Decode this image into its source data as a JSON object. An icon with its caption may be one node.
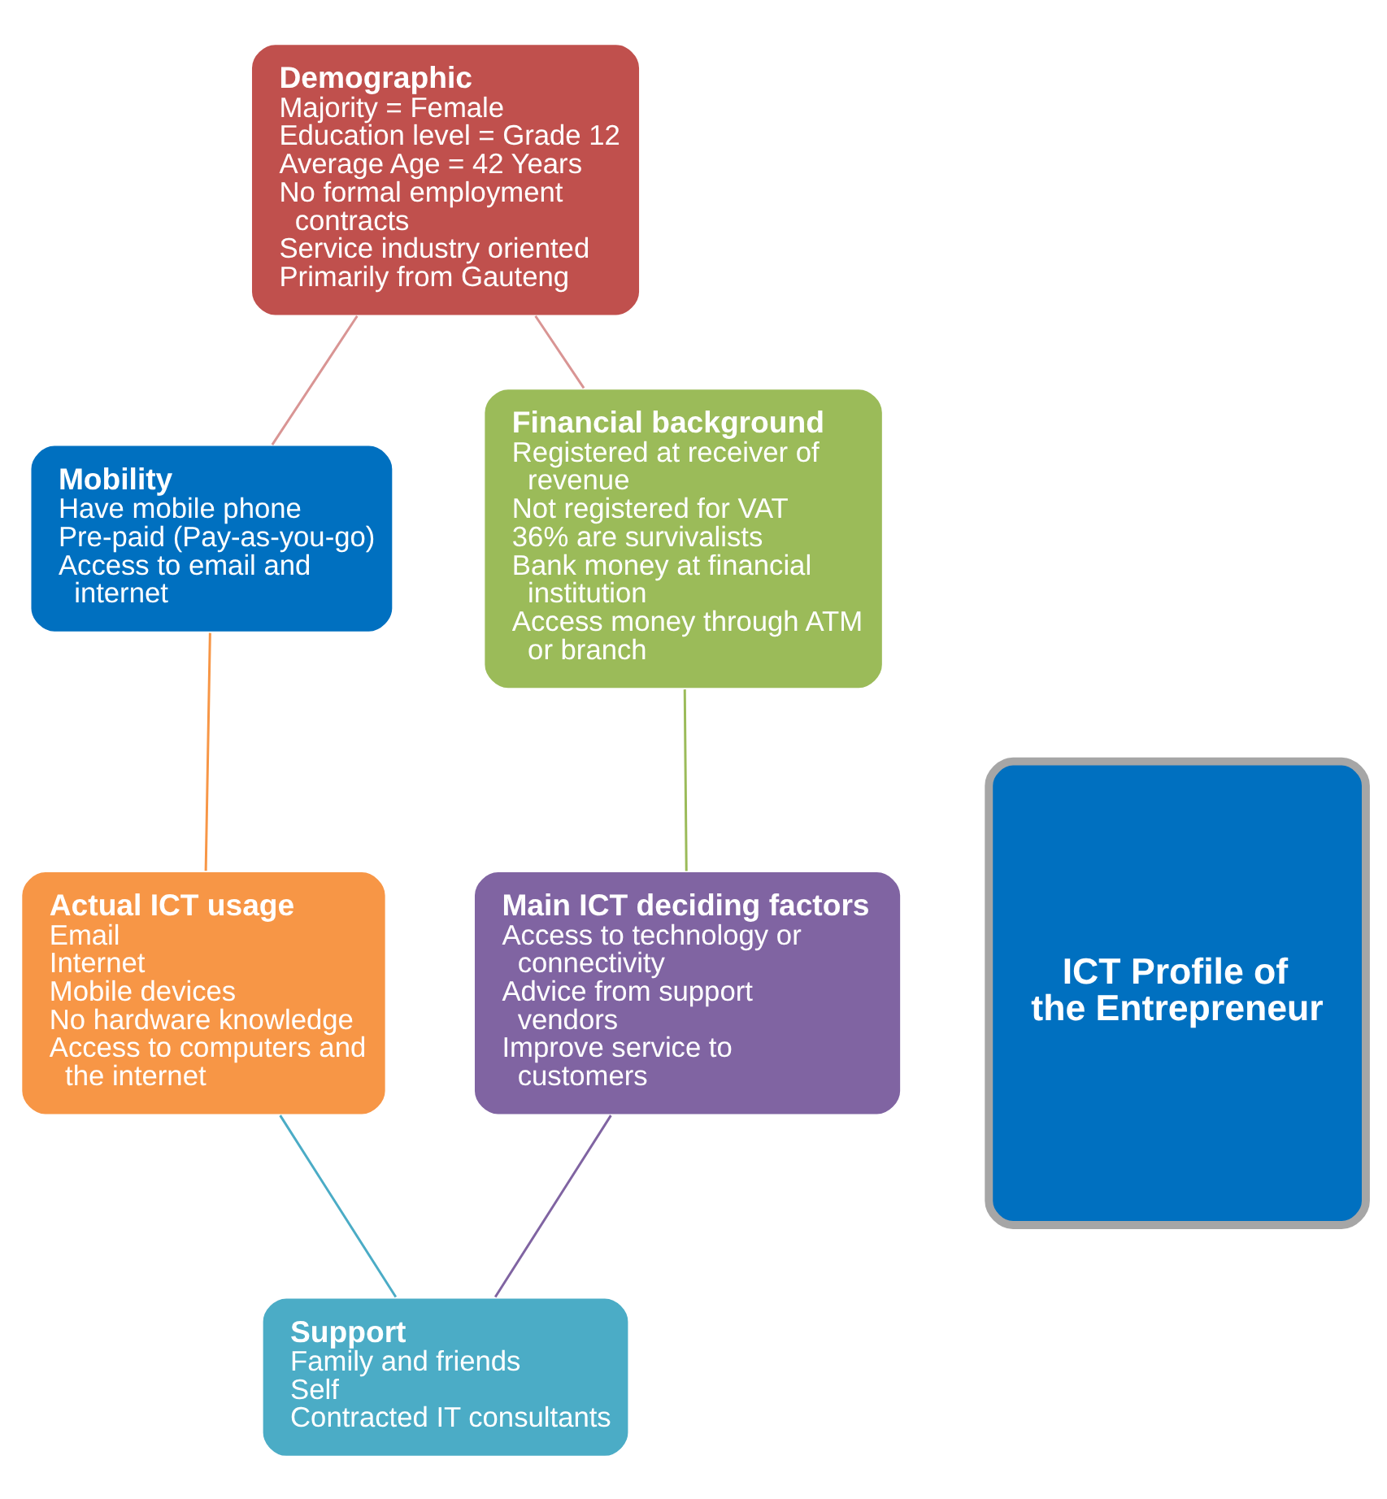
{
  "diagram": {
    "nodes": [
      {
        "text": [
          "Demographic",
          "Majority = Female",
          "Education level = Grade 12",
          "Average Age = 42 Years",
          "No formal employment contracts",
          "Service industry oriented",
          "Primarily from Gauteng"
        ]
      },
      {
        "text": [
          "Mobility",
          "Have mobile phone",
          "Pre-paid (Pay-as-you-go)",
          "Access to email and internet"
        ]
      },
      {
        "text": [
          "Financial background",
          "Registered at receiver of revenue",
          "Not registered for VAT",
          "36% are survivalists",
          "Bank money at financial institution",
          "Access money through ATM or branch"
        ]
      },
      {
        "text": [
          "ICT Profile of the Entrepreneur"
        ]
      },
      {
        "text": [
          "Actual ICT usage",
          "Email",
          "Internet",
          "Mobile devices",
          "No hardware knowledge",
          "Access to computers and the internet"
        ]
      },
      {
        "text": [
          "Main ICT deciding factors",
          "Access to technology or connectivity",
          "Advice from support vendors",
          "Improve service to customers"
        ]
      },
      {
        "text": [
          "Support",
          "Family and friends",
          "Self",
          "Contracted IT consultants"
        ]
      }
    ],
    "edges": [
      {
        "from": 0,
        "to": 2,
        "arrow": "none",
        "color": "#d99594"
      },
      {
        "from": 2,
        "to": 5,
        "arrow": "none",
        "color": "#9bbb59"
      },
      {
        "from": 5,
        "to": 6,
        "arrow": "none",
        "color": "#8064a2"
      },
      {
        "from": 4,
        "to": 6,
        "arrow": "none",
        "color": "#4bacc6"
      },
      {
        "from": 1,
        "to": 4,
        "arrow": "none",
        "color": "#f79646"
      },
      {
        "from": 0,
        "to": 1,
        "arrow": "none",
        "color": "#d99594"
      }
    ]
  }
}
